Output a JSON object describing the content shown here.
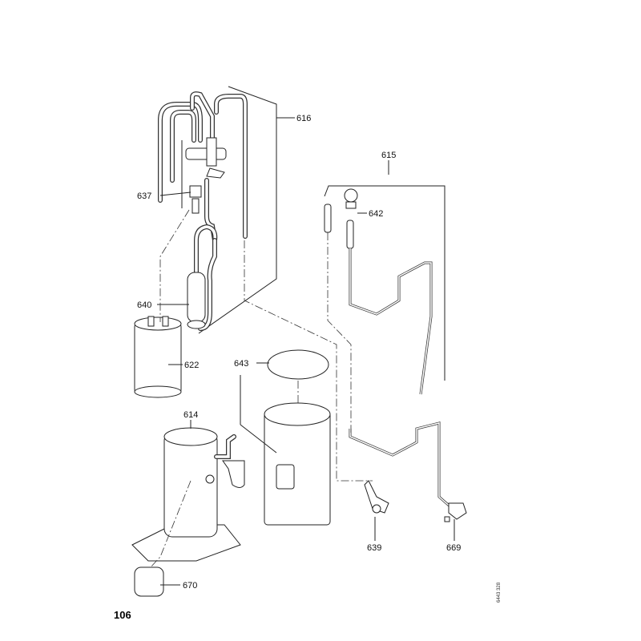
{
  "page_number": "106",
  "drawing_code": "6443 328",
  "callouts": [
    "616",
    "615",
    "637",
    "642",
    "640",
    "622",
    "643",
    "614",
    "639",
    "669",
    "670"
  ]
}
